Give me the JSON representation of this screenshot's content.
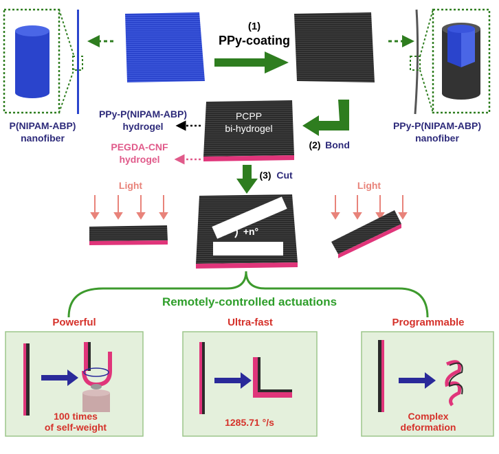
{
  "steps": {
    "step1_number": "(1)",
    "step1_label": "PPy-coating",
    "step2_number": "(2)",
    "step2_label": "Bond",
    "step3_number": "(3)",
    "step3_label": "Cut"
  },
  "materials": {
    "left_fiber_line1": "P(NIPAM-ABP)",
    "left_fiber_line2": "nanofiber",
    "right_fiber_line1": "PPy-P(NIPAM-ABP)",
    "right_fiber_line2": "nanofiber",
    "ppy_hydrogel_line1": "PPy-P(NIPAM-ABP)",
    "ppy_hydrogel_line2": "hydrogel",
    "pegda_line1": "PEGDA-CNF",
    "pegda_line2": "hydrogel",
    "pcpp_line1": "PCPP",
    "pcpp_line2": "bi-hydrogel"
  },
  "cut": {
    "light_left": "Light",
    "light_right": "Light",
    "angle": "+n°"
  },
  "actuation": {
    "title": "Remotely-controlled actuations",
    "panels": [
      {
        "heading": "Powerful",
        "caption_line1": "100 times",
        "caption_line2": "of self-weight"
      },
      {
        "heading": "Ultra-fast",
        "caption_line1": "1285.71 °/s",
        "caption_line2": ""
      },
      {
        "heading": "Programmable",
        "caption_line1": "Complex",
        "caption_line2": "deformation"
      }
    ]
  },
  "colors": {
    "navy": "#2d2a7a",
    "blue_fiber": "#2740c8",
    "dark_gel": "#2b2b2b",
    "pink_layer": "#e0357a",
    "green_arrow": "#2e7d1f",
    "green_outline": "#3d9a2d",
    "panel_bg": "#e4f0dc",
    "salmon_light": "#e8837a",
    "red_heading": "#d5312a"
  }
}
